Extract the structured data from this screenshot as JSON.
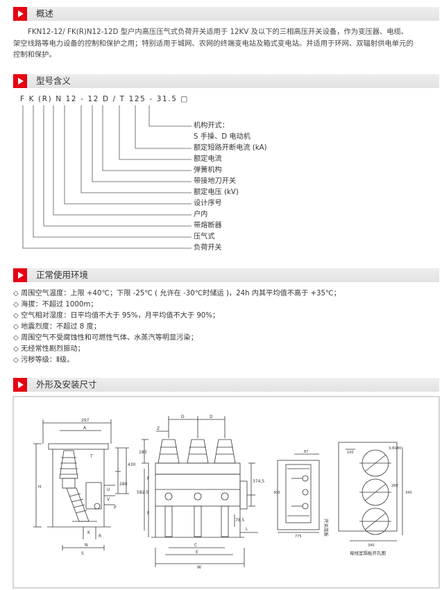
{
  "sections": {
    "overview": "概述",
    "model": "型号含义",
    "environment": "正常使用环境",
    "dimensions": "外形及安装尺寸"
  },
  "overview_text": {
    "line1": "FKN12-12/ FK(R)N12-12D 型户内高压压气式负荷开关适用于 12KV 及以下的三相高压开关设备，作为变压器、电缆、",
    "line2": "架空线路等电力设备的控制和保护之用；特别适用于城网、农网的终端变电站及箱式变电站。并适用于环网、双辐射供电单元的",
    "line3": "控制和保护。"
  },
  "model_code": "F K (R) N 12 - 12 D / T 125 - 31.5 □",
  "model_legend": [
    "机构开式：",
    "S 手操、D 电动机",
    "额定短路开断电流 (kA)",
    "额定电流",
    "弹簧机构",
    "带接地刀开关",
    "额定电压 (kV)",
    "设计序号",
    "户内",
    "带熔断器",
    "压气式",
    "负荷开关"
  ],
  "conditions": [
    "◇ 周围空气温度：上限 +40℃；下限 -25℃ ( 允许在 -30℃时储运 )，24h 内其平均值不高于 +35℃；",
    "◇ 海拔：不超过 1000m；",
    "◇ 空气相对湿度：日平均值不大于 95%，月平均值不大于 90%；",
    "◇ 地震烈度：不超过 8 度；",
    "◇ 周围空气不受腐蚀性和可燃性气体、水蒸汽等明显污染；",
    "◇ 无经常性剧烈振动；",
    "◇ 污秽等级：Ⅱ级。"
  ],
  "drawing": {
    "dims_side": [
      "297",
      "A",
      "T",
      "430",
      "280",
      "H",
      "U",
      "V",
      "P",
      "K",
      "R",
      "N",
      "S"
    ],
    "dims_front": [
      "Z",
      "D",
      "D",
      "183",
      "374.5",
      "582.5",
      "F",
      "F",
      "78.5",
      "L",
      "C",
      "E",
      "W"
    ],
    "dims_plan": [
      "87",
      "300",
      "775"
    ],
    "cutout_dims": [
      "3-Φ180",
      "100",
      "340",
      "260",
      "340"
    ],
    "cutout_side_label": "开关底板",
    "cutout_caption": "母线室隔板开孔图"
  }
}
